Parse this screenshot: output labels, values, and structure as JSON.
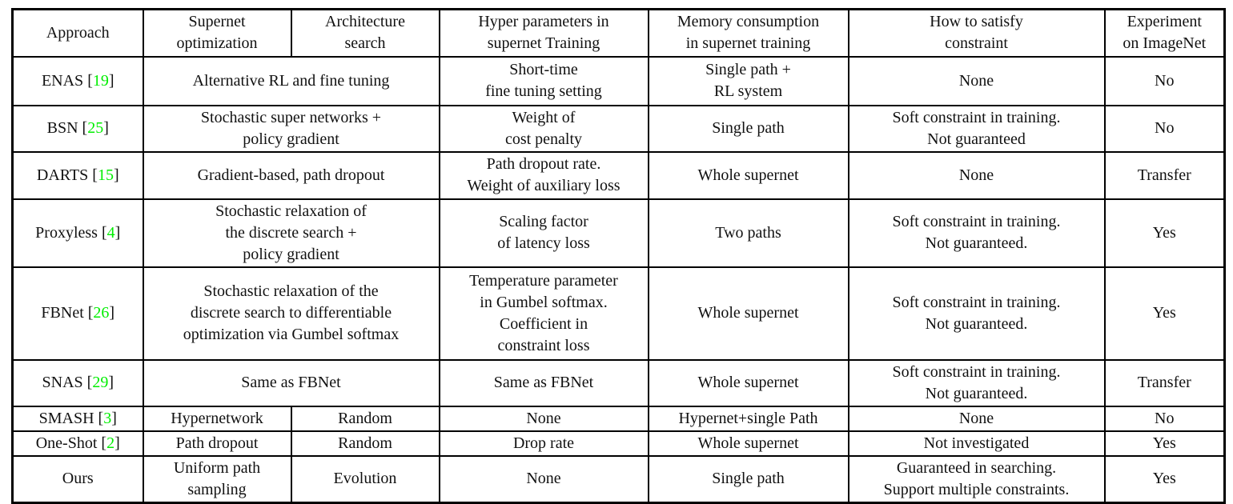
{
  "table": {
    "title_semantic": "Comparison of neural architecture search approaches",
    "colors": {
      "citation_green": "#00EE00",
      "border": "#000000",
      "text": "#111111",
      "background": "#ffffff"
    },
    "cite": {
      "open": "[",
      "close": "]"
    },
    "headers": {
      "approach": "Approach",
      "supernet": "Supernet\noptimization",
      "arch": "Architecture\nsearch",
      "hyper": "Hyper parameters in\nsupernet Training",
      "memory": "Memory consumption\nin supernet training",
      "constraint": "How to satisfy\nconstraint",
      "imagenet": "Experiment\non ImageNet"
    },
    "rows": [
      {
        "approach": "ENAS",
        "ref": "19",
        "supernet_arch": "Alternative RL and fine tuning",
        "hyper": "Short-time\nfine tuning setting",
        "memory": "Single path +\nRL system",
        "constraint": "None",
        "imagenet": "No"
      },
      {
        "approach": "BSN",
        "ref": "25",
        "supernet_arch": "Stochastic super networks +\npolicy gradient",
        "hyper": "Weight of\ncost penalty",
        "memory": "Single path",
        "constraint": "Soft constraint in training.\nNot guaranteed",
        "imagenet": "No"
      },
      {
        "approach": "DARTS",
        "ref": "15",
        "supernet_arch": "Gradient-based, path dropout",
        "hyper": "Path dropout rate.\nWeight of auxiliary loss",
        "memory": "Whole supernet",
        "constraint": "None",
        "imagenet": "Transfer"
      },
      {
        "approach": "Proxyless",
        "ref": "4",
        "supernet_arch": "Stochastic relaxation of\nthe discrete search +\npolicy gradient",
        "hyper": "Scaling factor\nof latency loss",
        "memory": "Two paths",
        "constraint": "Soft constraint in training.\nNot guaranteed.",
        "imagenet": "Yes"
      },
      {
        "approach": "FBNet",
        "ref": "26",
        "supernet_arch": "Stochastic relaxation of the\ndiscrete search to differentiable\noptimization via Gumbel softmax",
        "hyper": "Temperature parameter\nin Gumbel softmax.\nCoefficient in\nconstraint loss",
        "memory": "Whole supernet",
        "constraint": "Soft constraint in training.\nNot guaranteed.",
        "imagenet": "Yes"
      },
      {
        "approach": "SNAS",
        "ref": "29",
        "supernet_arch": "Same as FBNet",
        "hyper": "Same as FBNet",
        "memory": "Whole supernet",
        "constraint": "Soft constraint in training.\nNot guaranteed.",
        "imagenet": "Transfer"
      },
      {
        "approach": "SMASH",
        "ref": "3",
        "supernet": "Hypernetwork",
        "arch": "Random",
        "hyper": "None",
        "memory": "Hypernet+single Path",
        "constraint": "None",
        "imagenet": "No"
      },
      {
        "approach": "One-Shot",
        "ref": "2",
        "supernet": "Path dropout",
        "arch": "Random",
        "hyper": "Drop rate",
        "memory": "Whole supernet",
        "constraint": "Not investigated",
        "imagenet": "Yes"
      },
      {
        "approach": "Ours",
        "ref": null,
        "supernet": "Uniform path\nsampling",
        "arch": "Evolution",
        "hyper": "None",
        "memory": "Single path",
        "constraint": "Guaranteed in searching.\nSupport multiple constraints.",
        "imagenet": "Yes"
      }
    ]
  }
}
